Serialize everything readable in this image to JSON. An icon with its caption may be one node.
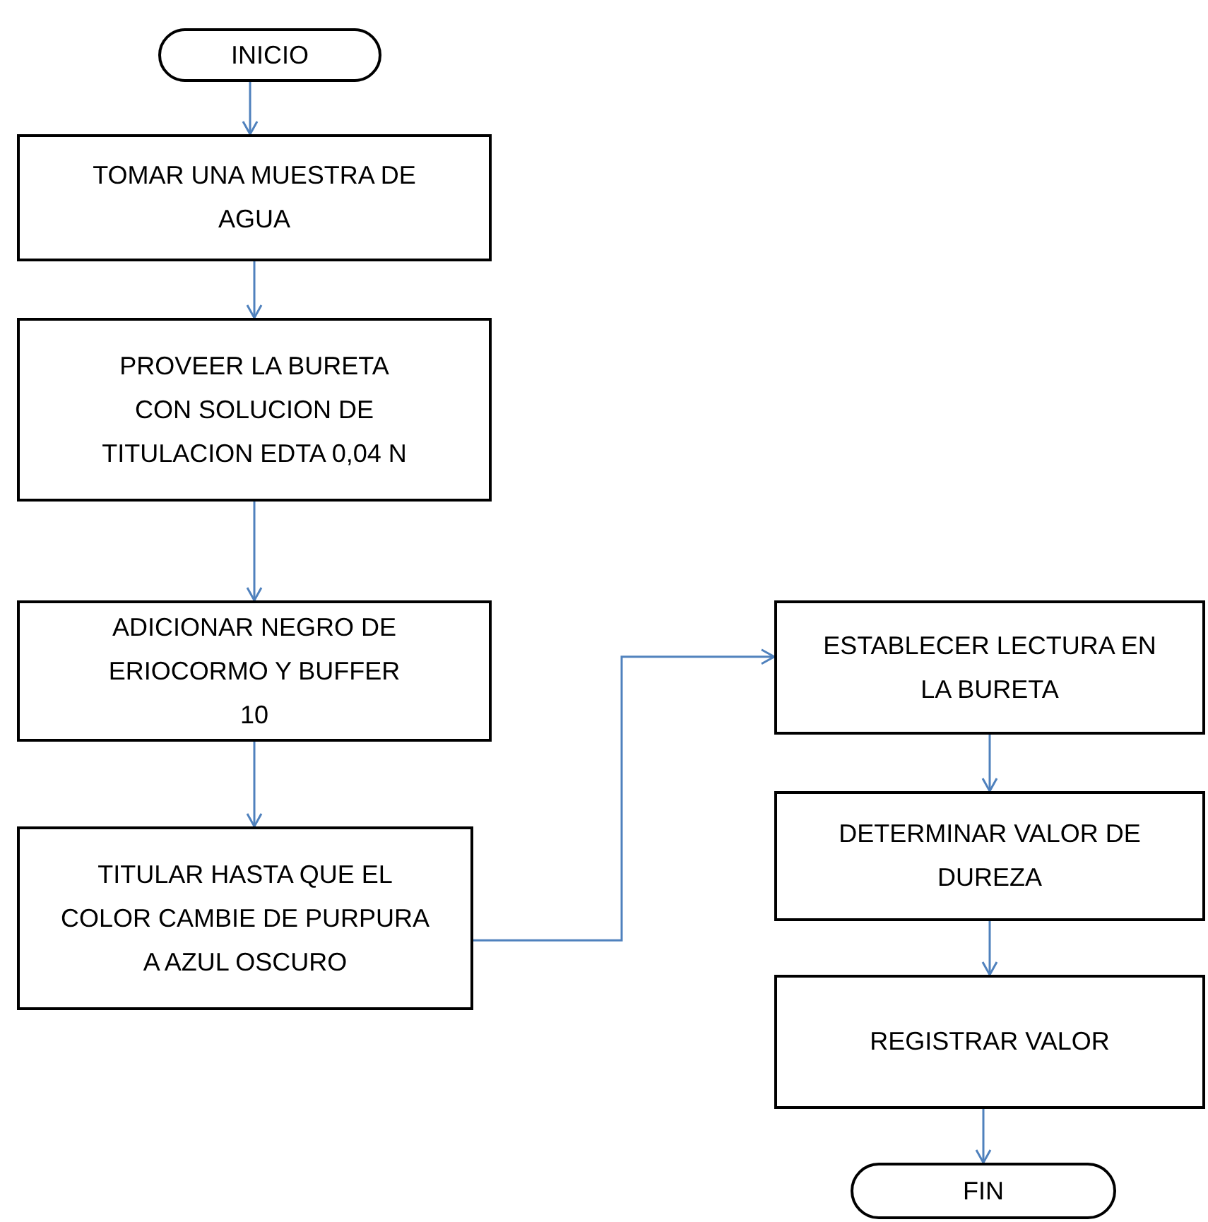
{
  "diagram": {
    "nodes": [
      {
        "text": [
          "INICIO"
        ]
      },
      {
        "text": [
          "TOMAR UNA MUESTRA DE AGUA"
        ]
      },
      {
        "text": [
          "PROVEER LA BURETA CON SOLUCION DE TITULACION EDTA 0,04 N"
        ]
      },
      {
        "text": [
          "ADICIONAR NEGRO DE ERIOCORMO Y BUFFER 10"
        ]
      },
      {
        "text": [
          "TITULAR HASTA QUE EL COLOR CAMBIE DE PURPURA A AZUL OSCURO"
        ]
      },
      {
        "text": [
          "ESTABLECER LECTURA EN LA BURETA"
        ]
      },
      {
        "text": [
          "DETERMINAR VALOR DE DUREZA"
        ]
      },
      {
        "text": [
          "REGISTRAR VALOR"
        ]
      },
      {
        "text": [
          "FIN"
        ]
      }
    ],
    "edges": [
      {
        "from": 0,
        "to": 1,
        "arrow": "to"
      },
      {
        "from": 1,
        "to": 2,
        "arrow": "to"
      },
      {
        "from": 2,
        "to": 3,
        "arrow": "to"
      },
      {
        "from": 3,
        "to": 4,
        "arrow": "to"
      },
      {
        "from": 4,
        "to": 5,
        "arrow": "to"
      },
      {
        "from": 5,
        "to": 6,
        "arrow": "to"
      },
      {
        "from": 6,
        "to": 7,
        "arrow": "to"
      },
      {
        "from": 7,
        "to": 8,
        "arrow": "to"
      }
    ]
  }
}
